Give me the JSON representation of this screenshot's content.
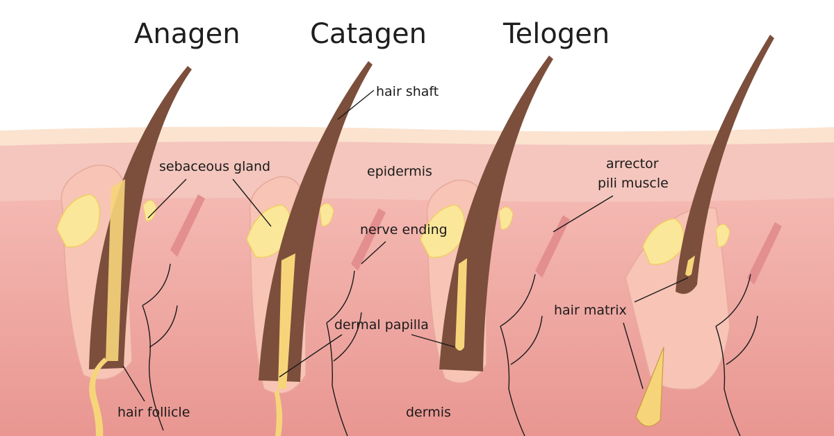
{
  "stages": {
    "anagen": "Anagen",
    "catagen": "Catagen",
    "telogen": "Telogen"
  },
  "labels": {
    "hair_shaft": "hair shaft",
    "sebaceous_gland": "sebaceous gland",
    "epidermis": "epidermis",
    "arrector_line1": "arrector",
    "arrector_line2": "pili muscle",
    "nerve_ending": "nerve ending",
    "dermal_papilla": "dermal papilla",
    "hair_matrix": "hair matrix",
    "hair_follicle": "hair follicle",
    "dermis": "dermis"
  },
  "colors": {
    "dermis": "#f0a9a6",
    "epidermis": "#f4c4bc",
    "skin_surface": "#fbe4d2",
    "hair": "#7c4e3c",
    "papilla": "#f6d57a",
    "gland": "#fbe79a",
    "nerve": "#6a9bd6",
    "muscle": "#e38f8f"
  }
}
